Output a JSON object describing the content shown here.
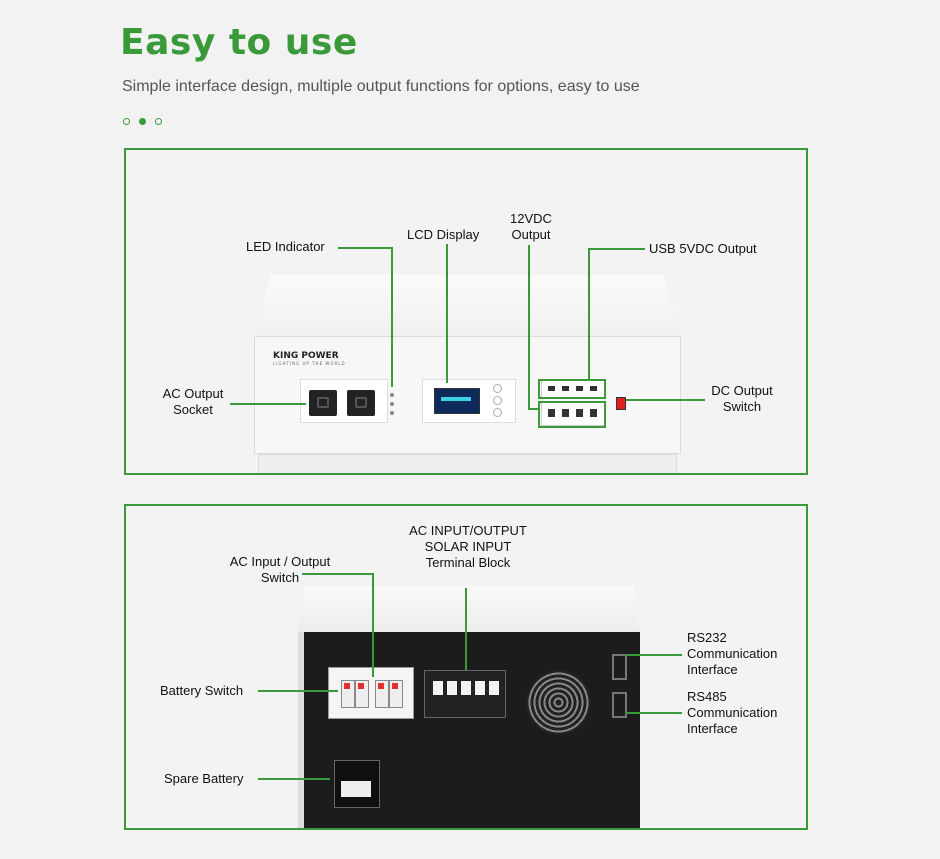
{
  "header": {
    "title": "Easy to use",
    "subtitle": "Simple interface design, multiple output functions for options, easy to use",
    "carousel_dots": [
      false,
      true,
      false
    ]
  },
  "colors": {
    "accent": "#3a9a3a",
    "background": "#f2f2f2",
    "text": "#111111"
  },
  "panel_front": {
    "brand": "KING POWER",
    "brand_tagline": "LIGHTING UP THE WORLD",
    "labels": {
      "led_indicator": "LED Indicator",
      "lcd_display": "LCD Display",
      "dc12_output_line1": "12VDC",
      "dc12_output_line2": "Output",
      "usb_output": "USB 5VDC Output",
      "ac_output_line1": "AC Output",
      "ac_output_line2": "Socket",
      "dc_switch_line1": "DC Output",
      "dc_switch_line2": "Switch"
    }
  },
  "panel_back": {
    "labels": {
      "terminal_line1": "AC INPUT/OUTPUT",
      "terminal_line2": "SOLAR INPUT",
      "terminal_line3": "Terminal Block",
      "ac_switch_line1": "AC Input / Output",
      "ac_switch_line2": "Switch",
      "battery_switch": "Battery Switch",
      "spare_battery": "Spare Battery",
      "rs232_line1": "RS232",
      "rs232_line2": "Communication",
      "rs232_line3": "Interface",
      "rs485_line1": "RS485",
      "rs485_line2": "Communication",
      "rs485_line3": "Interface"
    }
  }
}
